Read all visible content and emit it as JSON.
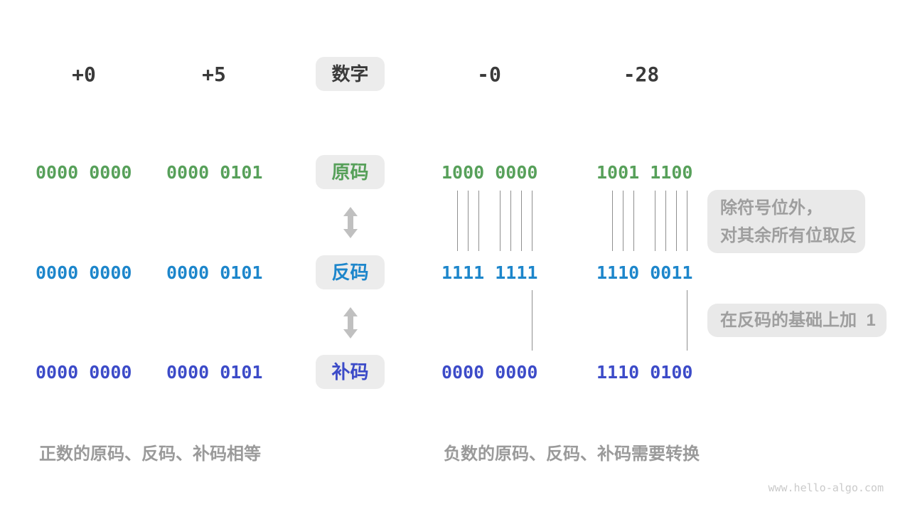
{
  "header": {
    "col_label": "数字",
    "numbers": [
      "+0",
      "+5",
      "-0",
      "-28"
    ]
  },
  "rows": [
    {
      "label": "原码",
      "values": [
        "0000 0000",
        "0000 0101",
        "1000 0000",
        "1001 1100"
      ]
    },
    {
      "label": "反码",
      "values": [
        "0000 0000",
        "0000 0101",
        "1111 1111",
        "1110 0011"
      ]
    },
    {
      "label": "补码",
      "values": [
        "0000 0000",
        "0000 0101",
        "0000 0000",
        "1110 0100"
      ]
    }
  ],
  "annotations": {
    "invert_line1": "除符号位外，",
    "invert_line2": "对其余所有位取反",
    "add_one": "在反码的基础上加  1"
  },
  "captions": {
    "positive": "正数的原码、反码、补码相等",
    "negative": "负数的原码、反码、补码需要转换"
  },
  "footer": {
    "url": "www.hello-algo.com"
  },
  "colors": {
    "sign_magnitude_green": "#57a05a",
    "ones_complement_blue": "#1d86cb",
    "twos_complement_indigo": "#3c4bc8",
    "pill_background": "#ececec",
    "note_background": "#e9e9e9",
    "gray_text": "#9a9a9a",
    "tick_line": "#8f8f8f",
    "arrow_gray": "#c0c0c0"
  }
}
